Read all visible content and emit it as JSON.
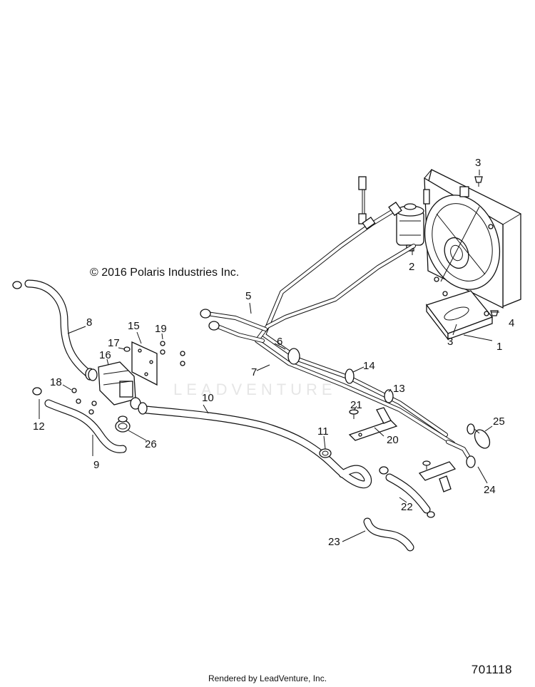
{
  "copyright": "© 2016 Polaris Industries Inc.",
  "watermark": "LEADVENTURE",
  "diagram_id": "701118",
  "rendered_by": "Rendered by LeadVenture, Inc.",
  "callouts": {
    "c1": "1",
    "c2": "2",
    "c3a": "3",
    "c3b": "3",
    "c4": "4",
    "c5": "5",
    "c6": "6",
    "c7": "7",
    "c8": "8",
    "c9": "9",
    "c10": "10",
    "c11": "11",
    "c12": "12",
    "c13": "13",
    "c14": "14",
    "c15": "15",
    "c16": "16",
    "c17": "17",
    "c18": "18",
    "c19": "19",
    "c20": "20",
    "c21": "21",
    "c22": "22",
    "c23": "23",
    "c24": "24",
    "c25": "25",
    "c26": "26"
  }
}
